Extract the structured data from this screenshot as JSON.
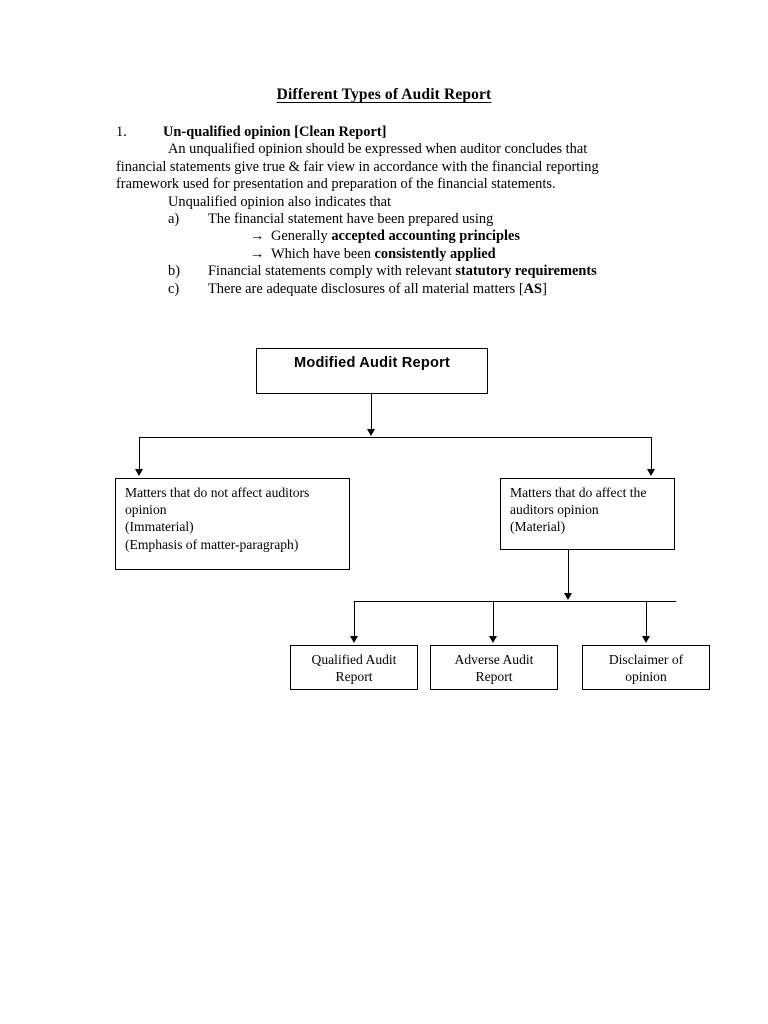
{
  "document": {
    "title": "Different Types of Audit Report "
  },
  "section": {
    "number": "1.",
    "heading": "Un-qualified opinion [Clean Report]",
    "paragraph_1": "An unqualified opinion should be expressed when auditor concludes that financial statements give true & fair view in accordance with the financial reporting framework used for presentation and preparation of the financial statements.",
    "paragraph_2": "Unqualified opinion also indicates that",
    "items": [
      {
        "marker": "a)",
        "text": "The financial statement have been prepared using",
        "subitems": [
          {
            "arrow": "→",
            "prefix": "Generally ",
            "bold": "accepted accounting principles"
          },
          {
            "arrow": "→",
            "prefix": "Which have been ",
            "bold": "consistently applied"
          }
        ]
      },
      {
        "marker": "b)",
        "prefix": "Financial statements  comply with relevant ",
        "bold": "statutory requirements",
        "subitems": []
      },
      {
        "marker": "c)",
        "prefix": "There are adequate disclosures of all material matters [",
        "bold": "AS",
        "suffix": "]",
        "subitems": []
      }
    ]
  },
  "flowchart": {
    "root": {
      "label": "Modified Audit Report"
    },
    "branch_left": {
      "line1": "Matters that do not affect auditors",
      "line2": "opinion",
      "line3": "(Immaterial)",
      "line4": "(Emphasis of matter-paragraph)"
    },
    "branch_right": {
      "line1": "Matters that do affect the",
      "line2": "auditors opinion",
      "line3": "(Material)"
    },
    "leaves": [
      {
        "line1": "Qualified Audit",
        "line2": "Report"
      },
      {
        "line1": "Adverse Audit",
        "line2": "Report"
      },
      {
        "line1": "Disclaimer of",
        "line2": "opinion"
      }
    ]
  },
  "colors": {
    "ink": "#000000",
    "paper": "#ffffff"
  }
}
